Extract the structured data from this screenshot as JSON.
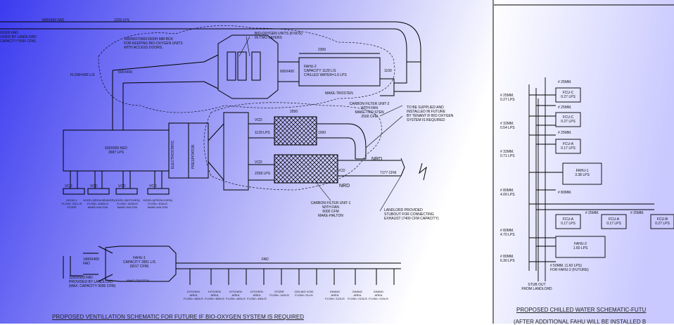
{
  "colors": {
    "left_bg_start": "#3b3bf0",
    "left_bg_end": "#ffffff",
    "right_bg_start": "#ffffff",
    "right_bg_end": "#c9c9ff",
    "line": "#000000"
  },
  "ventilation": {
    "title": "PROPOSED VENTILLATION SCHEMATIC FOR FUTURE IF BIO-OXYGEN SYSTEM IS REQUIRED",
    "top_left_note": "0x300 FAD\nVIDED BY LANDLORD\nCAPACITY 5000 CFM)",
    "duct_top_1": "600x400 FAD",
    "duct_top_2": "1229 LPS",
    "box_note": "1000Wx7000x1500H mm BOX\nFOR KEEPING BIO-OXYGEN UNITS\nWITH ACCESS DOORS.",
    "bio_units": "BIO-OXYGEN UNITS (8 Nos)\nIN TWO LAYERS",
    "dim_2300": "2300",
    "dim_1100": "1100",
    "flow_label": "FLOW=695 L/S",
    "duct_600x400_a": "600x400",
    "duct_600x400_b": "600x400",
    "fahu2_top": "FAHU-2\nCAPACITY 1129 L/S\nCHILLED WATER=1.6 LPS",
    "make_trosten": "MAKE-TROSTEN",
    "cfu2": "CARBON FILTER UNIT-2\nWITH FAN\nMAKE-TRO STEN\n2500 CFM",
    "tenant_note": "TO BE SUPPLIED AND\nINSTALLED IN FUTURE\nBY TENANT IF BIO OXYGEN\nSYSTEM IS REQUIRED",
    "dim_2550": "2550",
    "dim_1000": "1000",
    "duct_1129": "1129 LPS",
    "main_duct": "600x600 KED\n3687 LPS",
    "electrostatic": "ELECTROSTATIC",
    "prespitator": "PRESPITATOR",
    "vcd_labels": [
      "VCD",
      "VCD",
      "VCD",
      "VCD",
      "VCD",
      "VCD",
      "VCD"
    ],
    "nrd_1": "NRD",
    "nrd_2": "NRD",
    "duct_2258": "2258 LPS",
    "cfm_7177": "7177 CFM",
    "hood_labels": [
      "HOOD-1\nFLOW= 310 L/S\nSTORE",
      "HOOD-3(RON BRAKER)\nFLOW= 1080L/S\nMAKE-HALTON",
      "HOOD-2(KITCHEN)\nFLOW= 1400L/S\nMAKE-HALTON",
      "HOOD-4(PIZZA OVEN)\nFLOW= 300L/S\nMAKE-HALTON"
    ],
    "cfu1": "CARBON FILTER UNIT-1\nWITH FAN\n6000 CFM\nMAKE-HALTON",
    "landlord_stubout": "LANDLORD PROVIDED\nSTUBOUT FOR CONNECTING\nEXHAUST (7400 CFM CAPACITY)",
    "duct_1400": "1400x400\nFAD",
    "fahu1": "FAHU-1\nCAPACITY 2851 L/S\n(5617 CFM)",
    "fahu1_make": "MAKE-TROSTEN",
    "fad_note": "1250x500 FAD\nPROVIDED BY LANDLORD\n(MAX. CAPACITY 9000 CFM)",
    "fad_label": "FAD",
    "supply_labels": [
      "KITCHEN\nAREA\nFLOW= 480L/S",
      "KITCHEN\nAREA\nFLOW= 480L/S",
      "KITCHEN\nAREA\nFLOW= 480L/S",
      "KITCHEN\nAREA\nFLOW= 480L/S",
      "STORE\nFLOW= 140L/S",
      "CEILING VOID\nFLOW= 91L/S",
      "DINING\nAREA\nFLOW= 210L/S",
      "DINING\nAREA\nFLOW= 210L/S",
      "DINING\nAREA\nFLOW= 210L/S"
    ]
  },
  "chilled_water": {
    "title": "PROPOSED CHILLED WATER SCHEMATIC-FUTU",
    "subtitle": "(AFTER ADDITIONAL FAHU WILL BE INSTALLED B",
    "pipe_labels": [
      "# 25mm.\n0.27 LPS",
      "# 32mm.\n0.54 LPS",
      "# 32mm.\n0.71 LPS",
      "# 80mm.\n4.09 LPS",
      "# 80mm.\n4.70 LPS",
      "# 80mm.\n6.30 LPS"
    ],
    "branch_labels": [
      "# 25mm.",
      "# 25mm.",
      "# 25mm.",
      "# 80mm.",
      "# 25mm.",
      "# 25mm."
    ],
    "fcu_c1": "FCU-C\n0.27 LPS",
    "fcu_c2": "FCU-C\n0.27 LPS",
    "fcu_a1": "FCU-A\n0.17 LPS",
    "fahu_1": "FAHU-1\n3.38 LPS",
    "fcu_a2": "FCU-A\n0.17 LPS",
    "fcu_a3": "FCU-A\n0.17 LPS",
    "fcu_b": "FCU-B\n0.27 LPS",
    "fahu_2": "FAHU-2\n1.60 LPS",
    "future_note": "# 50mm. (1.60 LPS)\nFOR FAHU-2 (FUTURE)",
    "stub_out": "STUB OUT\nFROM LANDLORD"
  }
}
